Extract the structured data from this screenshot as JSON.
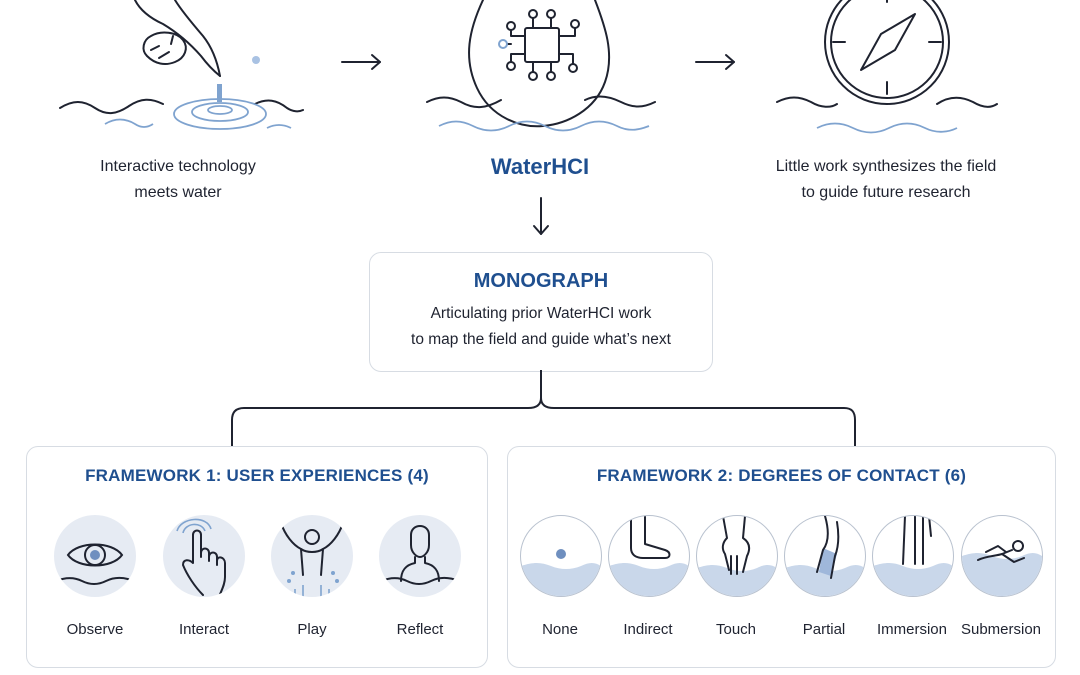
{
  "top": {
    "left_caption": [
      "Interactive technology",
      "meets water"
    ],
    "center_title": "WaterHCI",
    "right_caption": [
      "Little work synthesizes the field",
      "to guide future research"
    ]
  },
  "monograph": {
    "title": "MONOGRAPH",
    "lines": [
      "Articulating prior WaterHCI work",
      "to map the field and guide what’s next"
    ]
  },
  "framework1": {
    "title": "FRAMEWORK 1: USER EXPERIENCES (4)",
    "items": [
      "Observe",
      "Interact",
      "Play",
      "Reflect"
    ]
  },
  "framework2": {
    "title": "FRAMEWORK 2: DEGREES OF CONTACT (6)",
    "items": [
      "None",
      "Indirect",
      "Touch",
      "Partial",
      "Immersion",
      "Submersion"
    ]
  },
  "colors": {
    "accent": "#1f4f8f",
    "water_fill": "#c9d7ea",
    "circle_bg": "#e6ebf3",
    "stroke": "#1f2330",
    "box_border": "#d7dce3"
  },
  "icons": [
    "finger-touching-water-icon",
    "water-drop-chip-icon",
    "compass-icon",
    "arrow-right-icon",
    "arrow-down-icon",
    "eye-icon",
    "pointing-hand-icon",
    "person-splashing-icon",
    "person-in-water-icon",
    "dot-icon",
    "foot-icon",
    "hand-touch-icon",
    "leg-icon",
    "legs-icon",
    "swimmer-icon"
  ]
}
